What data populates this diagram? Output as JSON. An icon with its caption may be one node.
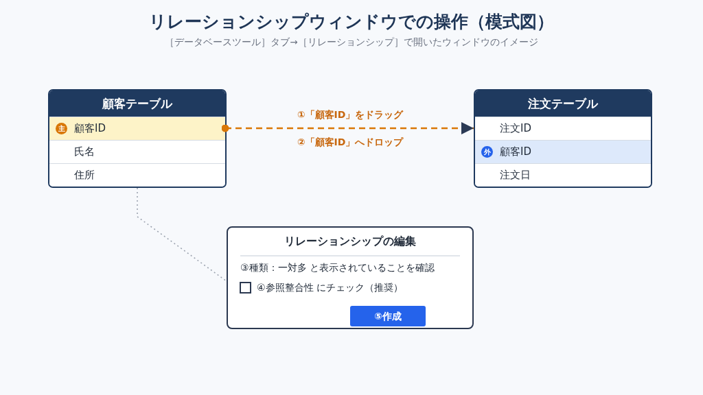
{
  "diagram": {
    "title": "リレーションシップウィンドウでの操作（模式図）",
    "nodes": [
      {
        "text": [
          "顧客テーブル"
        ]
      },
      {
        "text": [
          "主",
          "顧客ID"
        ],
        "in": 0
      },
      {
        "text": [
          "氏名"
        ],
        "in": 0
      },
      {
        "text": [
          "住所"
        ],
        "in": 0
      },
      {
        "text": [
          "注文テーブル"
        ]
      },
      {
        "text": [
          "注文ID"
        ],
        "in": 4
      },
      {
        "text": [
          "外",
          "顧客ID"
        ],
        "in": 4
      },
      {
        "text": [
          "注文日"
        ],
        "in": 4
      },
      {
        "text": [
          "リレーションシップの編集",
          "③種類：一対多 と表示されていることを確認",
          "④参照整合性 にチェック（推奨）"
        ]
      },
      {
        "text": [
          "⑤作成"
        ],
        "in": 8
      }
    ],
    "edges": [
      {
        "from": 1,
        "to": 4,
        "arrow": "to",
        "label": "①「顧客ID」をドラッグ",
        "style": "dashed",
        "color": "#d97706"
      },
      {
        "from": 0,
        "to": 8,
        "arrow": "none",
        "style": "dashed",
        "color": "#9ca3af"
      }
    ],
    "labels": [
      "［データベースツール］タブ→［リレーションシップ］で開いたウィンドウのイメージ",
      "②「顧客ID」へドロップ"
    ]
  }
}
